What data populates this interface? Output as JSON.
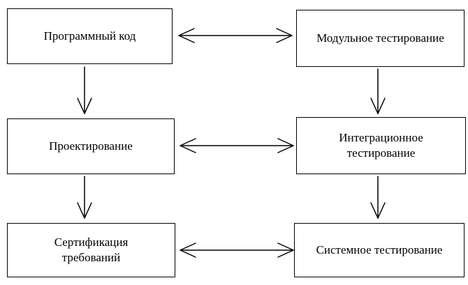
{
  "diagram": {
    "nodes": {
      "code": {
        "label": "Программный код"
      },
      "design": {
        "label": "Проектирование"
      },
      "certification": {
        "line1": "Сертификация",
        "line2": "требований"
      },
      "unit_testing": {
        "label": "Модульное тестирование"
      },
      "integration_testing": {
        "line1": "Интеграционное",
        "line2": "тестирование"
      },
      "system_testing": {
        "label": "Системное тестирование"
      }
    },
    "edges": [
      {
        "from": "code",
        "to": "design",
        "type": "one-way"
      },
      {
        "from": "design",
        "to": "certification",
        "type": "one-way"
      },
      {
        "from": "unit_testing",
        "to": "integration_testing",
        "type": "one-way"
      },
      {
        "from": "integration_testing",
        "to": "system_testing",
        "type": "one-way"
      },
      {
        "from": "code",
        "to": "unit_testing",
        "type": "two-way"
      },
      {
        "from": "design",
        "to": "integration_testing",
        "type": "two-way"
      },
      {
        "from": "certification",
        "to": "system_testing",
        "type": "two-way"
      }
    ]
  }
}
